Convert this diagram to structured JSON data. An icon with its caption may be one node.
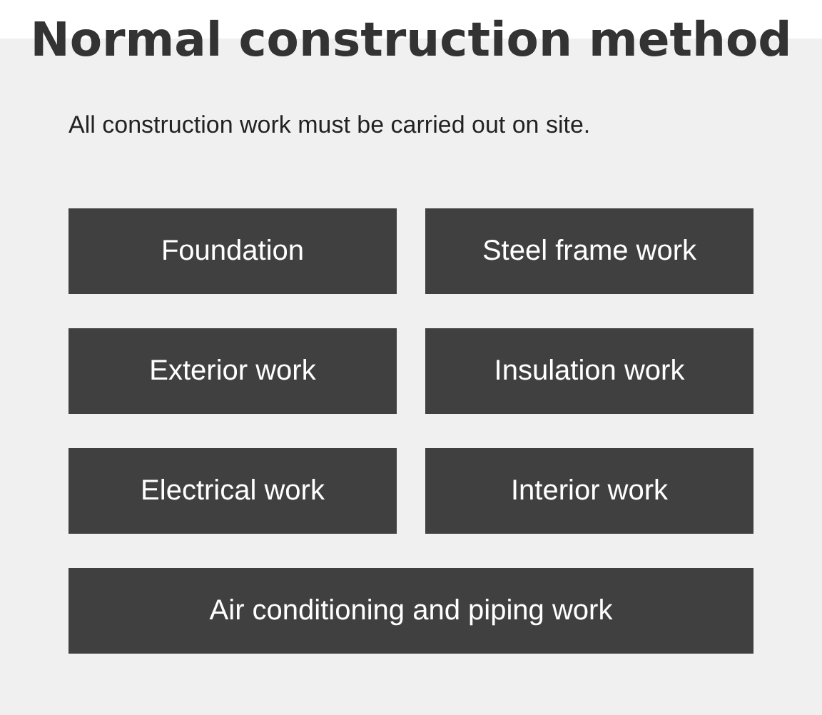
{
  "diagram": {
    "title": "Normal construction method",
    "nodes": [
      {
        "text": [
          "All construction work must be carried out on site."
        ]
      },
      {
        "text": [
          "Foundation"
        ],
        "in": 0
      },
      {
        "text": [
          "Steel frame work"
        ],
        "in": 0
      },
      {
        "text": [
          "Exterior work"
        ],
        "in": 0
      },
      {
        "text": [
          "Insulation work"
        ],
        "in": 0
      },
      {
        "text": [
          "Electrical work"
        ],
        "in": 0
      },
      {
        "text": [
          "Interior work"
        ],
        "in": 0
      },
      {
        "text": [
          "Air conditioning and piping work"
        ],
        "in": 0
      }
    ]
  }
}
